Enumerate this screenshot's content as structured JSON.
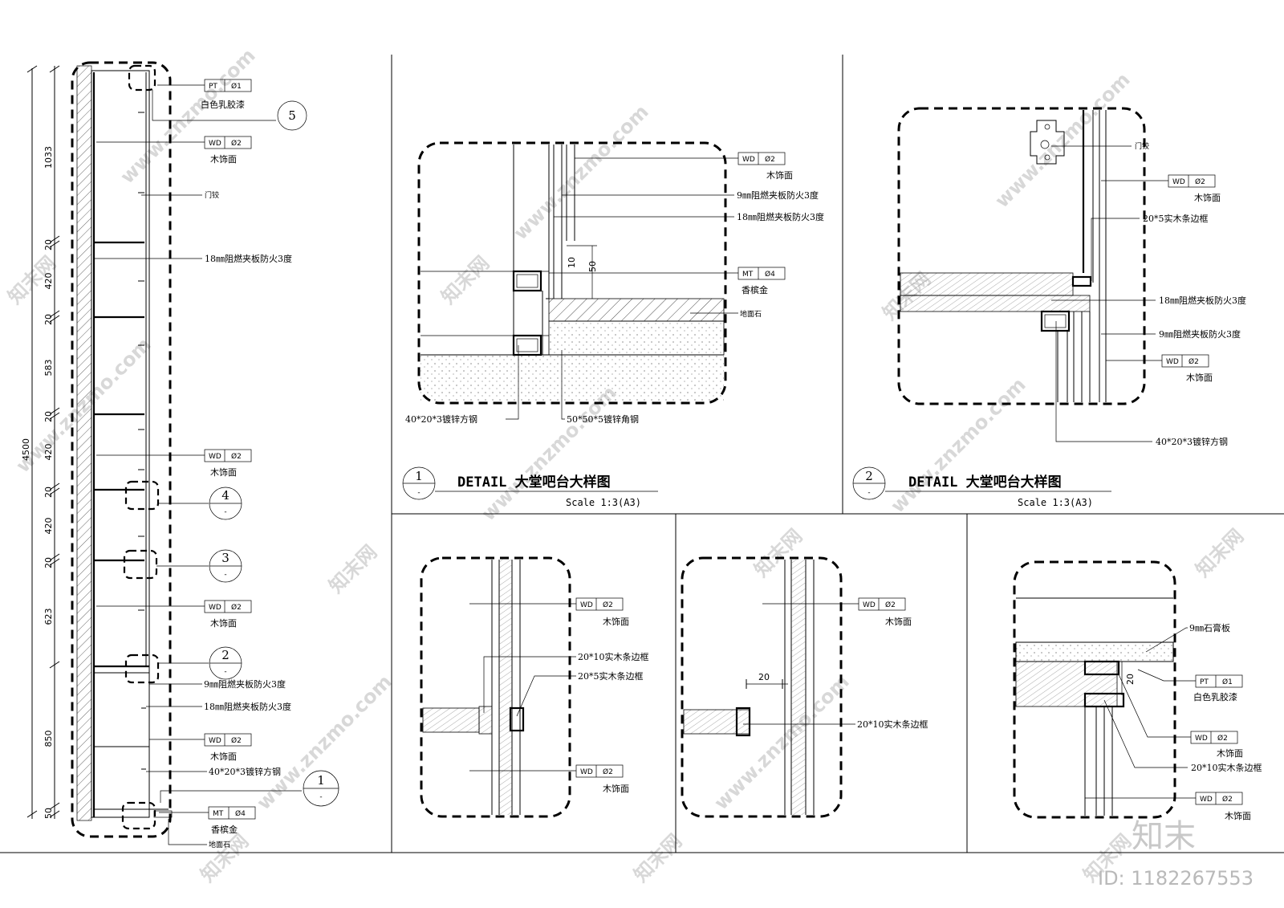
{
  "elevation": {
    "dims": [
      "1033",
      "20",
      "420",
      "20",
      "583",
      "20",
      "420",
      "20",
      "420",
      "20",
      "623",
      "850",
      "50"
    ],
    "total_dim": "4500",
    "tags": [
      {
        "code": "PT",
        "num": "Ø1",
        "label": "白色乳胶漆"
      },
      {
        "code": "WD",
        "num": "Ø2",
        "label": "木饰面"
      },
      {
        "code": "WD",
        "num": "Ø2",
        "label": "木饰面"
      },
      {
        "code": "WD",
        "num": "Ø2",
        "label": "木饰面"
      },
      {
        "code": "WD",
        "num": "Ø2",
        "label": "木饰面"
      },
      {
        "code": "MT",
        "num": "Ø4",
        "label": "香槟金"
      }
    ],
    "notes": {
      "hinge": "门铰",
      "ply18": "18㎜阻燃夹板防火3度",
      "ply9": "9㎜阻燃夹板防火3度",
      "ply18b": "18㎜阻燃夹板防火3度",
      "steel": "40*20*3镀锌方钢",
      "floor": "地面石"
    },
    "callouts": [
      "5",
      "4",
      "3",
      "2",
      "1"
    ],
    "callout_sub": "-"
  },
  "detail1": {
    "tags": [
      {
        "code": "WD",
        "num": "Ø2",
        "label": "木饰面"
      },
      {
        "code": "MT",
        "num": "Ø4",
        "label": "香槟金"
      }
    ],
    "notes": {
      "ply9": "9㎜阻燃夹板防火3度",
      "ply18": "18㎜阻燃夹板防火3度",
      "floor": "地面石",
      "steel": "40*20*3镀锌方钢",
      "angle": "50*50*5镀锌角钢"
    },
    "dims": [
      "10",
      "50"
    ],
    "title": {
      "num": "1",
      "sub": "-",
      "text": "DETAIL 大堂吧台大样图",
      "scale": "Scale 1:3(A3)"
    }
  },
  "detail2": {
    "tags": [
      {
        "code": "WD",
        "num": "Ø2",
        "label": "木饰面"
      },
      {
        "code": "WD",
        "num": "Ø2",
        "label": "木饰面"
      }
    ],
    "notes": {
      "hinge": "门铰",
      "frame": "20*5实木条边框",
      "ply18": "18㎜阻燃夹板防火3度",
      "ply9": "9㎜阻燃夹板防火3度",
      "steel": "40*20*3镀锌方钢"
    },
    "title": {
      "num": "2",
      "sub": "-",
      "text": "DETAIL 大堂吧台大样图",
      "scale": "Scale 1:3(A3)"
    }
  },
  "detail3": {
    "tags": [
      {
        "code": "WD",
        "num": "Ø2",
        "label": "木饰面"
      },
      {
        "code": "WD",
        "num": "Ø2",
        "label": "木饰面"
      }
    ],
    "notes": {
      "frame10": "20*10实木条边框",
      "frame5": "20*5实木条边框"
    }
  },
  "detail4": {
    "tags": [
      {
        "code": "WD",
        "num": "Ø2",
        "label": "木饰面"
      }
    ],
    "notes": {
      "frame10": "20*10实木条边框"
    },
    "dims": [
      "20"
    ]
  },
  "detail5": {
    "tags": [
      {
        "code": "PT",
        "num": "Ø1",
        "label": "白色乳胶漆"
      },
      {
        "code": "WD",
        "num": "Ø2",
        "label": "木饰面"
      },
      {
        "code": "WD",
        "num": "Ø2",
        "label": "木饰面"
      }
    ],
    "notes": {
      "gypsum": "9㎜石膏板",
      "frame10": "20*10实木条边框"
    },
    "dims": [
      "20"
    ]
  },
  "watermark": {
    "site": "www.znzmo.com",
    "brand": "知末网",
    "logo": "知末",
    "id": "ID: 1182267553"
  }
}
